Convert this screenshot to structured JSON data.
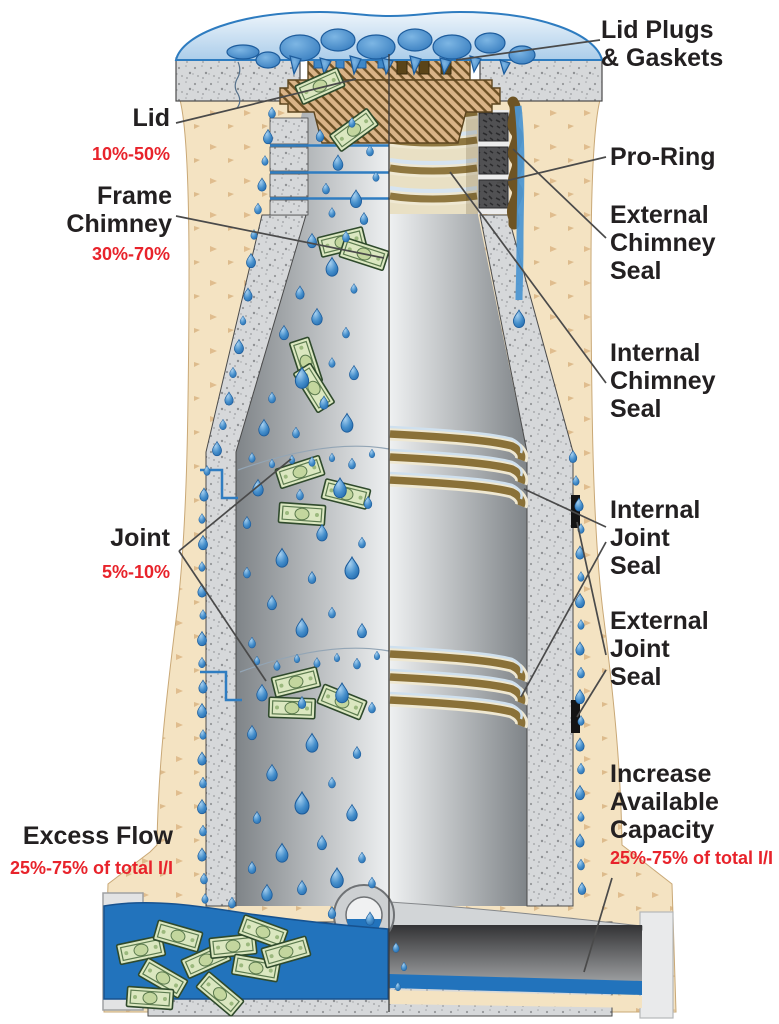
{
  "figure": {
    "description": "Manhole cutaway diagram comparing leaking (left) and sealed (right) halves"
  },
  "labels": {
    "lid_plugs": "Lid Plugs\n& Gaskets",
    "lid": "Lid",
    "lid_pct": "10%-50%",
    "frame_chimney": "Frame\nChimney",
    "frame_chimney_pct": "30%-70%",
    "pro_ring": "Pro-Ring",
    "external_chimney_seal": "External\nChimney\nSeal",
    "internal_chimney_seal": "Internal\nChimney\nSeal",
    "joint": "Joint",
    "joint_pct": "5%-10%",
    "internal_joint_seal": "Internal\nJoint\nSeal",
    "external_joint_seal": "External\nJoint\nSeal",
    "excess_flow": "Excess Flow",
    "excess_flow_pct": "25%-75% of total I/I",
    "increase_capacity": "Increase\nAvailable\nCapacity",
    "increase_capacity_pct": "25%-75% of total I/I"
  },
  "colors": {
    "label_black": "#232021",
    "label_red": "#e8232b",
    "water_blue": "#2a72b8",
    "pool_light_blue": "#c9def2",
    "soil_tan": "#f4e3c2",
    "concrete_gray": "#d6d8da",
    "bronze_seal": "#8f7740",
    "money_green": "#dbe7c0"
  }
}
